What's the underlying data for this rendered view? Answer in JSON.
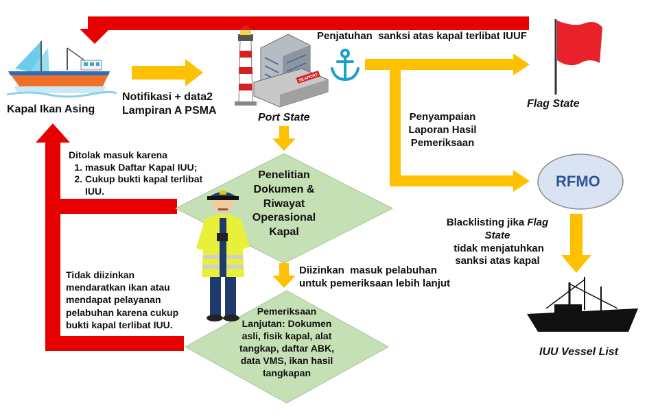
{
  "actors": {
    "foreign_vessel": "Kapal Ikan Asing",
    "port_state": "Port State",
    "flag_state": "Flag State",
    "rfmo": "RFMO",
    "iuu_list": "IUU Vessel List"
  },
  "edges": {
    "sanction": "Penjatuhan  sanksi atas kapal terlibat IUUF",
    "notification": [
      "Notifikasi + data2",
      "Lampiran A PSMA"
    ],
    "report": [
      "Penyampaian",
      "Laporan Hasil",
      "Pemeriksaan"
    ],
    "rejected_title": "Ditolak masuk karena",
    "rejected_reasons": [
      "masuk Daftar Kapal IUU;",
      "Cukup bukti kapal terlibat IUU."
    ],
    "allowed": [
      "Diizinkan  masuk pelabuhan",
      "untuk pemeriksaan lebih lanjut"
    ],
    "not_allowed": [
      "Tidak diizinkan",
      "mendaratkan ikan atau",
      "mendapat pelayanan",
      "pelabuhan karena cukup",
      "bukti kapal terlibat IUU."
    ],
    "blacklisting_prefix": "Blacklisting jika ",
    "blacklisting_flag": "Flag",
    "blacklisting_state": "State",
    "blacklisting_rest1": " tidak menjatuhkan",
    "blacklisting_rest2": "sanksi atas kapal"
  },
  "decisions": {
    "document_check": [
      "Penelitian",
      "Dokumen &",
      "Riwayat",
      "Operasional",
      "Kapal"
    ],
    "further_check": [
      "Pemeriksaan",
      "Lanjutan: Dokumen",
      "asli, fisik kapal, alat",
      "tangkap, daftar ABK,",
      "data VMS, ikan hasil",
      "tangkapan"
    ]
  },
  "building_sign": "SEAPORT",
  "colors": {
    "red_arrow": "#e60000",
    "yellow_arrow": "#ffc000",
    "diamond_fill": "#c5e0b4",
    "rfmo_fill": "#dae3f3",
    "rfmo_text": "#2f5597",
    "flag": "#e8212a"
  },
  "icons": [
    "fishing-boat-icon",
    "lighthouse-icon",
    "port-building-icon",
    "anchor-icon",
    "flag-icon",
    "officer-icon",
    "vessel-silhouette-icon"
  ]
}
